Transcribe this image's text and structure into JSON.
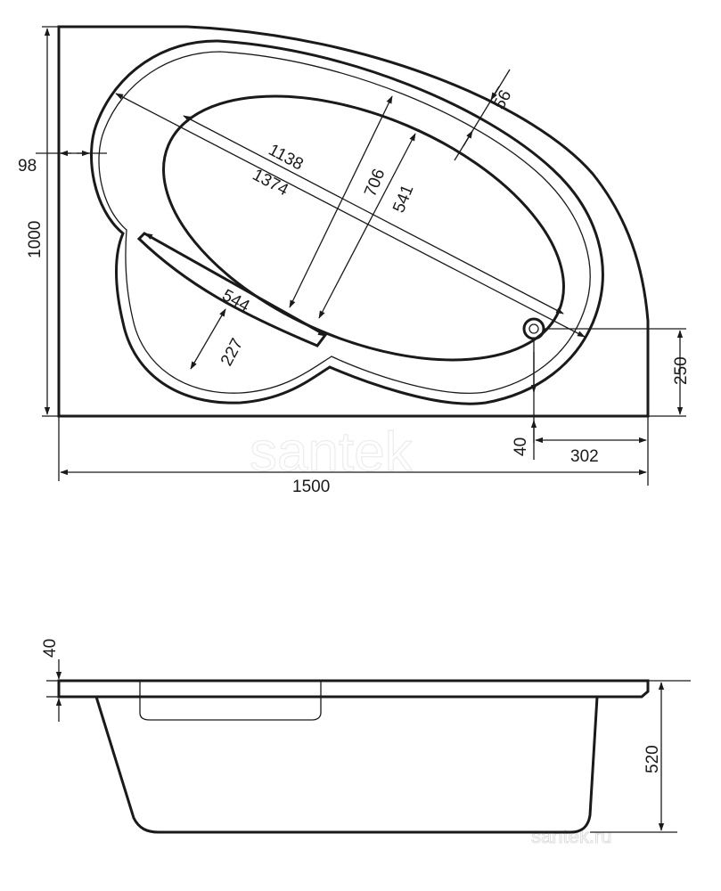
{
  "watermark": {
    "main": "santek",
    "corner": "santek.ru"
  },
  "plan_view": {
    "dimensions": {
      "overall_length": "1500",
      "overall_width": "1000",
      "rim_left": "98",
      "rim_width": "56",
      "inner_length": "1138",
      "outer_length": "1374",
      "inner_width": "706",
      "inner_width_2": "541",
      "seat_length": "544",
      "seat_depth": "227",
      "drain_from_front": "250",
      "drain_from_right": "302",
      "drain_offset": "40"
    }
  },
  "side_view": {
    "dimensions": {
      "rim_height": "40",
      "total_height": "520"
    }
  }
}
